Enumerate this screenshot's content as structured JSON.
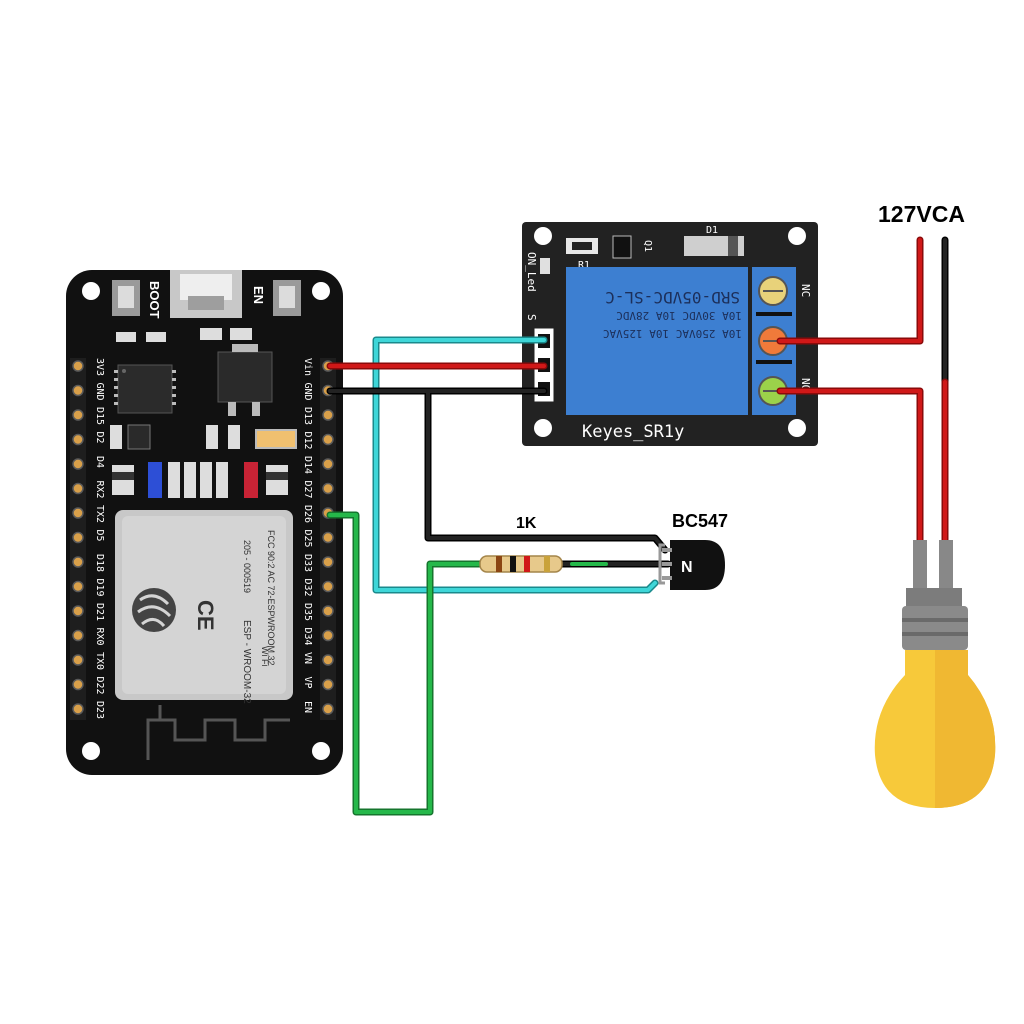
{
  "labels": {
    "voltage": "127VCA",
    "resistor": "1K",
    "transistor": "BC547",
    "transistor_mark": "N"
  },
  "esp32": {
    "boot": "BOOT",
    "en": "EN",
    "left_pins": [
      "3V3",
      "GND",
      "D15",
      "D2",
      "D4",
      "RX2",
      "TX2",
      "D5",
      "D18",
      "D19",
      "D21",
      "RX0",
      "TX0",
      "D22",
      "D23"
    ],
    "right_pins": [
      "Vin",
      "GND",
      "D13",
      "D12",
      "D14",
      "D27",
      "D26",
      "D25",
      "D33",
      "D32",
      "D35",
      "D34",
      "VN",
      "VP",
      "EN"
    ],
    "module": {
      "fcc": "FCC 90:2 AC 72-ESPWROOM 32",
      "id": "205 - 000519",
      "model": "ESP - WROOM-32",
      "wifi": "Wi Fi",
      "ce": "CE"
    }
  },
  "relay": {
    "brand": "Keyes_SR1y",
    "model": "SRD-05VDC-SL-C",
    "rating1": "10A 250VAC 10A 125VAC",
    "rating2": "10A 30VDC 10A 28VDC",
    "d1": "D1",
    "r1": "R1",
    "q1": "Q1",
    "on_led": "ON_Led",
    "s": "S",
    "nc": "NC",
    "no": "NO"
  },
  "colors": {
    "board": "#111111",
    "relay_board": "#222222",
    "relay_body": "#3d7fd1",
    "wire_red": "#d01818",
    "wire_black": "#141414",
    "wire_cyan": "#3ed6d8",
    "wire_green": "#25b84a",
    "bulb": "#f7c93a"
  }
}
